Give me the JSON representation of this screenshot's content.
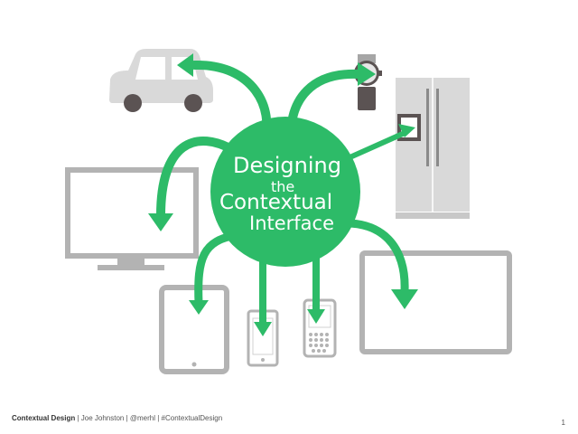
{
  "hub": {
    "line1": "Designing",
    "line2": "the",
    "line3": "Contextual",
    "line4": "Interface"
  },
  "footer": {
    "title": "Contextual Design",
    "sep1": " | ",
    "author": "Joe Johnston",
    "sep2": " | ",
    "handle": "@merhl",
    "sep3": " | ",
    "hashtag": "#ContextualDesign"
  },
  "page_number": "1",
  "colors": {
    "accent": "#2dbb68",
    "device": "#b3b3b3",
    "device_light": "#d9d9d9",
    "device_dark": "#5b5353"
  }
}
